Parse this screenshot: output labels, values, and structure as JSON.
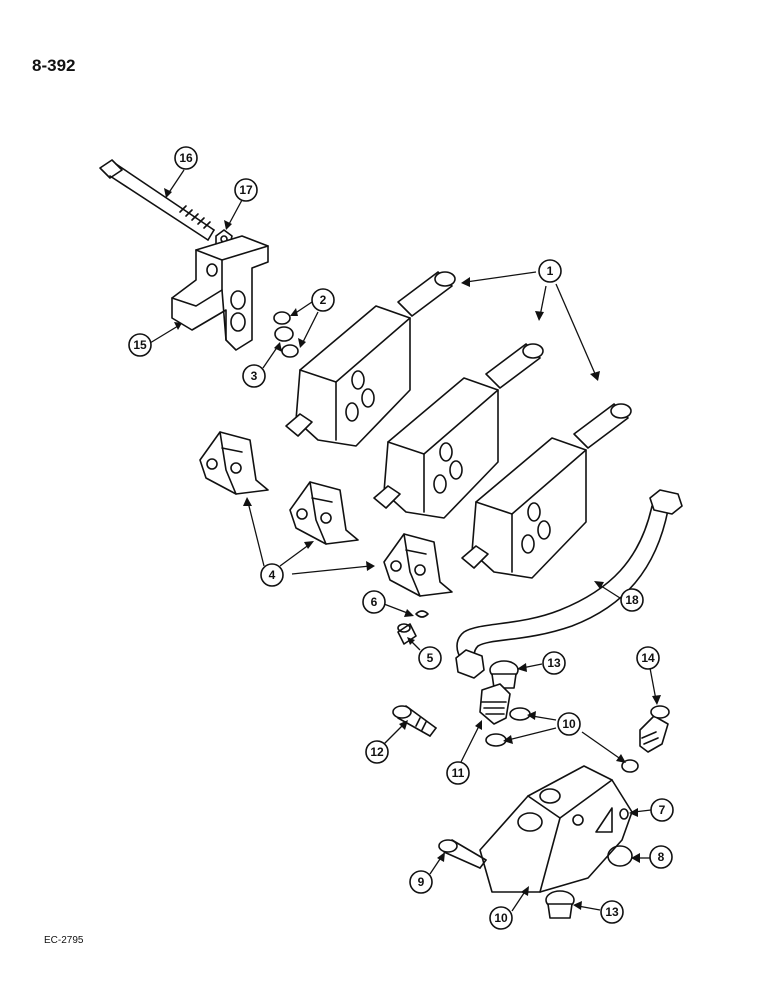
{
  "page_number": "8-392",
  "drawing_code": "EC-2795",
  "callouts": [
    {
      "id": "c1",
      "label": "1"
    },
    {
      "id": "c2",
      "label": "2"
    },
    {
      "id": "c3",
      "label": "3"
    },
    {
      "id": "c4",
      "label": "4"
    },
    {
      "id": "c5",
      "label": "5"
    },
    {
      "id": "c6",
      "label": "6"
    },
    {
      "id": "c7",
      "label": "7"
    },
    {
      "id": "c8",
      "label": "8"
    },
    {
      "id": "c9",
      "label": "9"
    },
    {
      "id": "c10a",
      "label": "10"
    },
    {
      "id": "c10b",
      "label": "10"
    },
    {
      "id": "c11",
      "label": "11"
    },
    {
      "id": "c12",
      "label": "12"
    },
    {
      "id": "c13a",
      "label": "13"
    },
    {
      "id": "c13b",
      "label": "13"
    },
    {
      "id": "c14",
      "label": "14"
    },
    {
      "id": "c15",
      "label": "15"
    },
    {
      "id": "c16",
      "label": "16"
    },
    {
      "id": "c17",
      "label": "17"
    },
    {
      "id": "c18",
      "label": "18"
    }
  ]
}
